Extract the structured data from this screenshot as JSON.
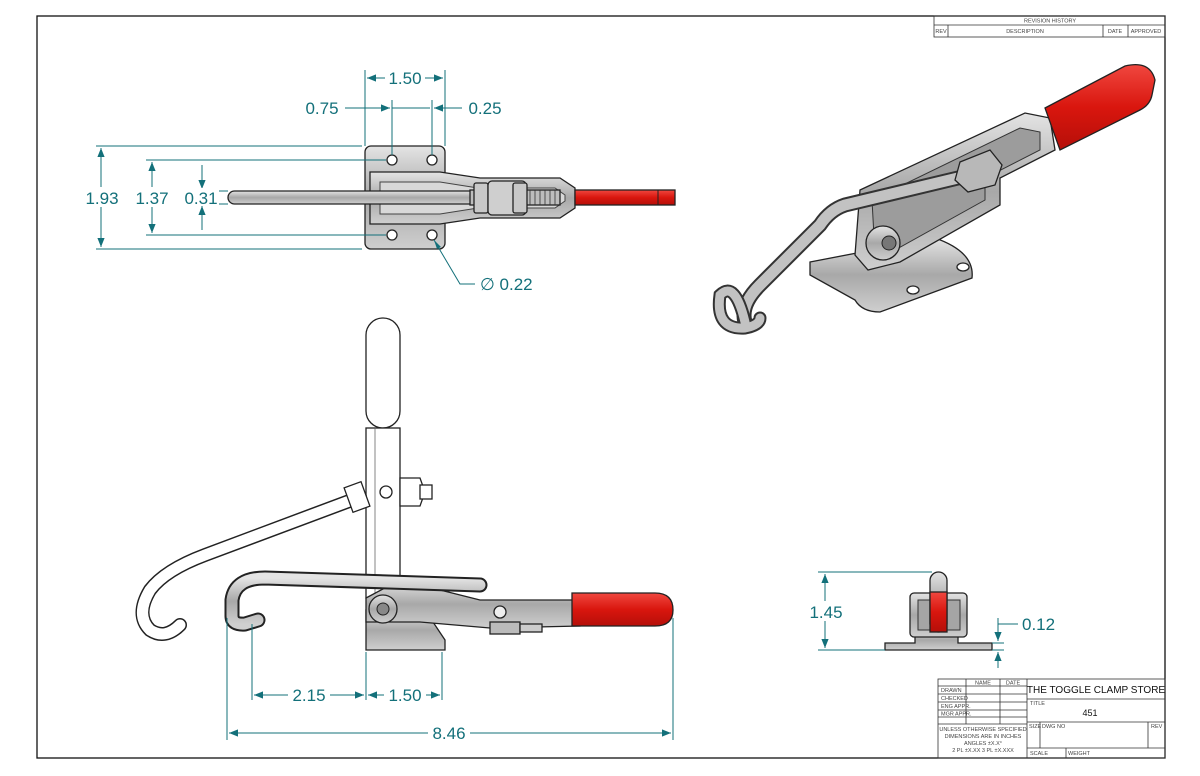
{
  "revision_block": {
    "title": "REVISION HISTORY",
    "columns": [
      "REV",
      "DESCRIPTION",
      "DATE",
      "APPROVED"
    ]
  },
  "title_block": {
    "name_header": "NAME",
    "date_header": "DATE",
    "rows": [
      "DRAWN",
      "CHECKED",
      "ENG APPR.",
      "MGR APPR."
    ],
    "company": "THE TOGGLE CLAMP STORE",
    "title_label": "TITLE",
    "title_value": "451",
    "notes": [
      "UNLESS OTHERWISE SPECIFIED",
      "DIMENSIONS ARE IN INCHES",
      "ANGLES ±X.X°",
      "2 PL ±X.XX 3 PL ±X.XXX"
    ],
    "size_label": "SIZE",
    "dwg_label": "DWG NO",
    "rev_label": "REV",
    "scale_label": "SCALE",
    "weight_label": "WEIGHT"
  },
  "dimensions": {
    "top_width": "1.50",
    "hole_spacing": "0.75",
    "hole_offset": "0.25",
    "overall_height": "1.93",
    "hole_height": "1.37",
    "bar_dia": "0.31",
    "hole_dia": "∅ 0.22",
    "hook_reach": "2.15",
    "base_len": "1.50",
    "overall_len": "8.46",
    "end_height": "1.45",
    "base_thickness": "0.12"
  },
  "colors": {
    "dimension": "#13707a",
    "handle": "#e3231c",
    "metal": "#b9b9b9"
  }
}
